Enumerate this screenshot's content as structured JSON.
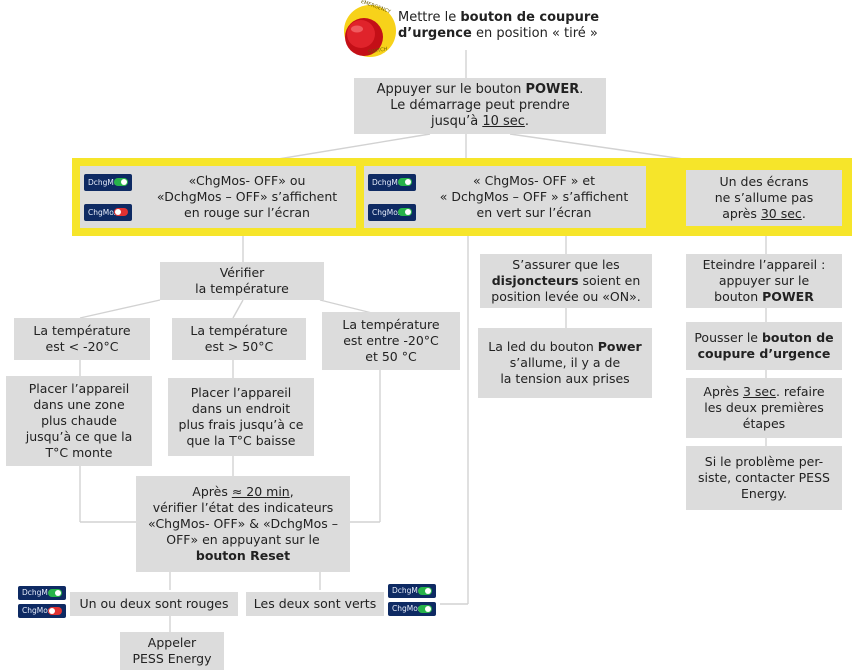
{
  "steps": {
    "pull_switch": {
      "pre": "Mettre le ",
      "bold": "bouton de coupure",
      "line2_bold": "d’urgence",
      "line2_post": " en position « tiré »"
    },
    "power": {
      "line1_pre": "Appuyer sur le bouton ",
      "line1_bold": "POWER",
      "line1_post": ".",
      "line2": "Le démarrage peut prendre",
      "line3_pre": "jusqu’à ",
      "line3_u": "10 sec",
      "line3_post": "."
    }
  },
  "switch_badge": {
    "top": "EMERGENCY",
    "bottom": "SWITCH"
  },
  "badges": {
    "dchg": "DchgMos",
    "chg": "ChgMos"
  },
  "branches": {
    "red": {
      "line1": "«ChgMos- OFF» ou",
      "line2": "«DchgMos – OFF» s’affichent",
      "line3": "en rouge sur l’écran"
    },
    "green": {
      "line1": "« ChgMos- OFF » et",
      "line2": "« DchgMos – OFF » s’affichent",
      "line3": "en vert sur l’écran"
    },
    "screen": {
      "line1": "Un des écrans",
      "line2": "ne s’allume pas",
      "line3_pre": "après ",
      "line3_u": "30 sec",
      "line3_post": "."
    }
  },
  "temperature": {
    "check": {
      "line1": "Vérifier",
      "line2": "la température"
    },
    "low": {
      "line1": "La température",
      "line2": "est < -20°C"
    },
    "high": {
      "line1": "La température",
      "line2": "est > 50°C"
    },
    "mid": {
      "line1": "La température",
      "line2": "est entre -20°C",
      "line3": "et 50 °C"
    },
    "warm": {
      "line1": "Placer l’appareil",
      "line2": "dans une zone",
      "line3": "plus chaude",
      "line4": "jusqu’à ce que la",
      "line5": "T°C monte"
    },
    "cool": {
      "line1": "Placer l’appareil",
      "line2": "dans un endroit",
      "line3": "plus frais jusqu’à ce",
      "line4": "que la T°C baisse"
    },
    "after": {
      "line1_pre": "Après ",
      "line1_u": "≈ 20 min",
      "line1_post": ",",
      "line2": "vérifier l’état des indicateurs",
      "line3": "«ChgMos- OFF» & «DchgMos –",
      "line4": "OFF» en appuyant sur le",
      "line5_bold": "bouton Reset"
    }
  },
  "results": {
    "red": "Un ou deux sont rouges",
    "green": "Les deux sont verts",
    "call": {
      "line1": "Appeler",
      "line2": "PESS Energy"
    }
  },
  "breakers": {
    "check": {
      "line1": "S’assurer que les",
      "line2_bold": "disjoncteurs",
      "line2_post": " soient en",
      "line3": "position levée ou «ON»."
    },
    "led": {
      "line1_pre": "La led du bouton ",
      "line1_bold": "Power",
      "line2": "s’allume, il y a de",
      "line3": "la tension aux prises"
    }
  },
  "screen_steps": {
    "off": {
      "line1": "Eteindre l’appareil :",
      "line2": "appuyer sur le",
      "line3_pre": "bouton ",
      "line3_bold": "POWER"
    },
    "push": {
      "line1_pre": "Pousser le ",
      "line1_bold": "bouton de",
      "line2_bold": "coupure d’urgence"
    },
    "retry": {
      "line1_pre": "Après ",
      "line1_u": "3 sec",
      "line1_post": ". refaire",
      "line2": "les deux premières",
      "line3": "étapes"
    },
    "contact": {
      "line1": "Si le problème per-",
      "line2": "siste, contacter PESS",
      "line3": "Energy."
    }
  }
}
